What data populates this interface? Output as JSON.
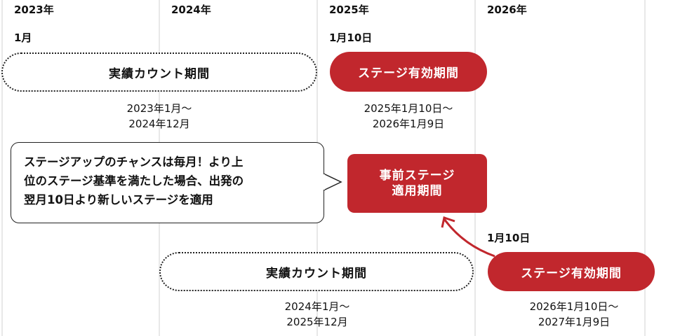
{
  "years": [
    "2023年",
    "2024年",
    "2025年",
    "2026年"
  ],
  "markers": {
    "m1": "1月",
    "m2": "1月10日",
    "m3": "1月10日"
  },
  "row1": {
    "count_period": {
      "label": "実績カウント期間",
      "dates": [
        "2023年1月～",
        "2024年12月"
      ]
    },
    "stage_period": {
      "label": "ステージ有効期間",
      "dates": [
        "2025年1月10日～",
        "2026年1月9日"
      ]
    }
  },
  "bubble": {
    "lines": [
      "ステージアップのチャンスは毎月！より上",
      "位のステージ基準を満たした場合、出発の",
      "翌月10日より新しいステージを適用"
    ]
  },
  "advance_box": {
    "lines": [
      "事前ステージ",
      "適用期間"
    ]
  },
  "row2": {
    "count_period": {
      "label": "実績カウント期間",
      "dates": [
        "2024年1月～",
        "2025年12月"
      ]
    },
    "stage_period": {
      "label": "ステージ有効期間",
      "dates": [
        "2026年1月10日～",
        "2027年1月9日"
      ]
    }
  },
  "colors": {
    "accent": "#c1272d"
  }
}
